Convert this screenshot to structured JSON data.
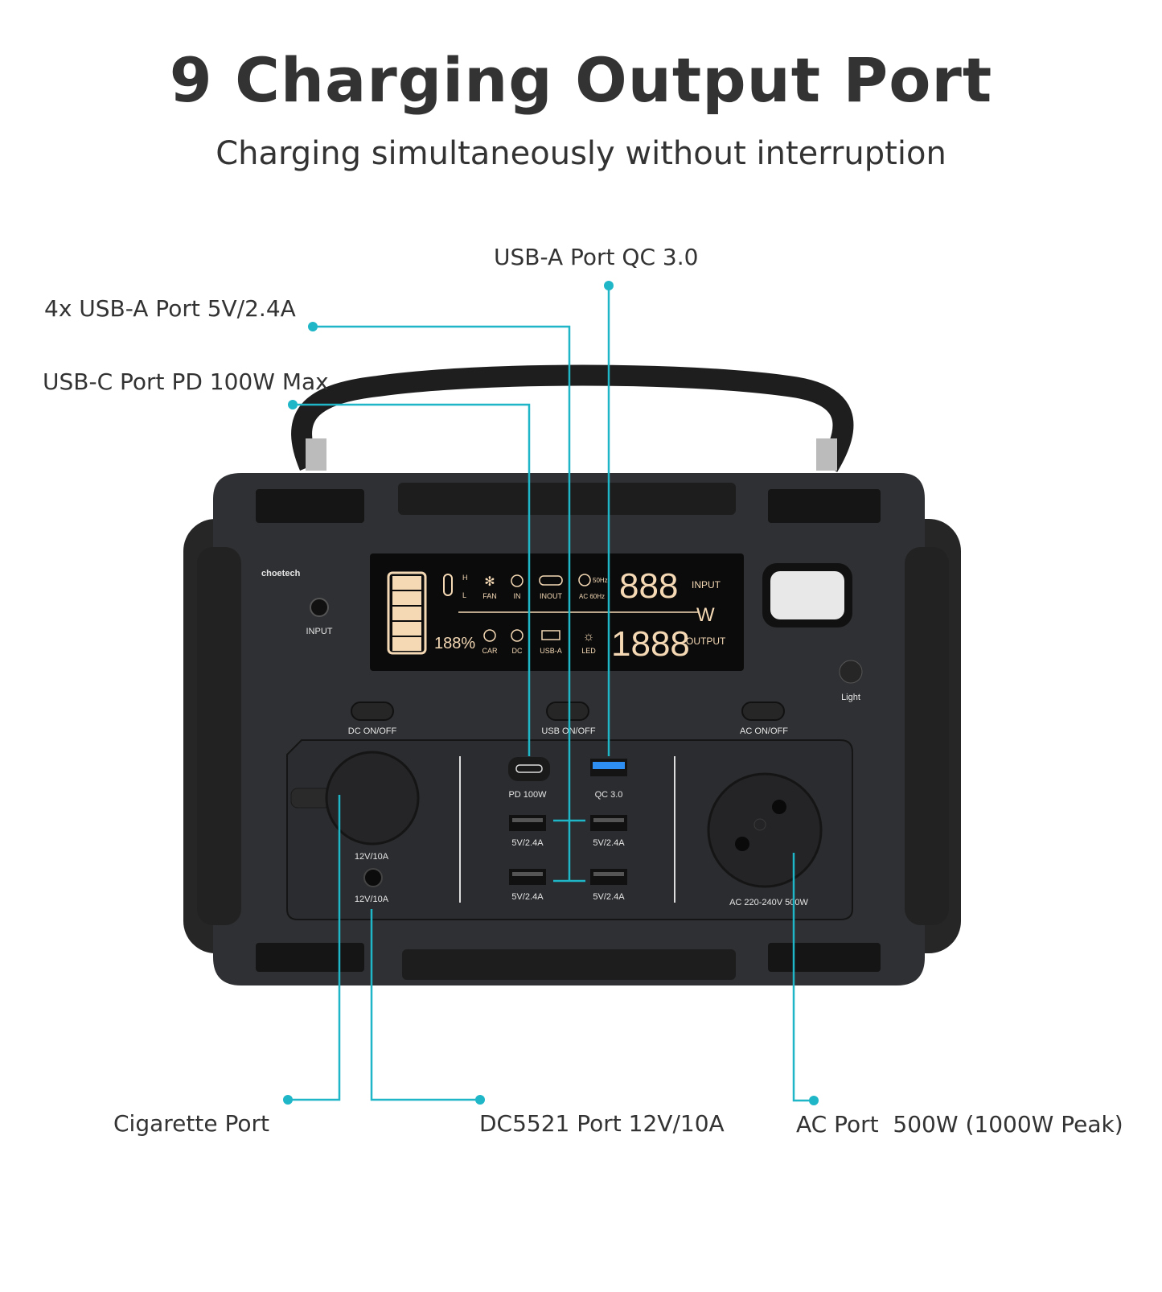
{
  "header": {
    "title": "9 Charging Output Port",
    "subtitle": "Charging simultaneously without interruption"
  },
  "callouts": {
    "usb_a_qc": "USB-A Port QC 3.0",
    "usb_a_4x": "4x USB-A Port 5V/2.4A",
    "usb_c": "USB-C Port PD 100W Max",
    "cigarette": "Cigarette Port",
    "dc5521": "DC5521 Port 12V/10A",
    "ac": "AC Port  500W (1000W Peak)"
  },
  "accent_color": "#1fb6c8",
  "device": {
    "brand": "choetech",
    "input_label": "INPUT",
    "light_label": "Light",
    "buttons": {
      "dc": "DC ON/OFF",
      "usb": "USB ON/OFF",
      "ac": "AC ON/OFF"
    },
    "ports": {
      "pd": "PD 100W",
      "qc": "QC 3.0",
      "usb_a": [
        "5V/2.4A",
        "5V/2.4A",
        "5V/2.4A",
        "5V/2.4A"
      ],
      "cig": "12V/10A",
      "dc": "12V/10A",
      "ac": "AC 220-240V 500W"
    },
    "lcd": {
      "temp_h": "H",
      "temp_l": "L",
      "fan": "FAN",
      "in": "IN",
      "inout": "INOUT",
      "hz50": "50Hz",
      "ac60": "AC 60Hz",
      "input_digits": "888",
      "input": "INPUT",
      "unit": "W",
      "percent": "188%",
      "car": "CAR",
      "dc": "DC",
      "usba": "USB-A",
      "led": "LED",
      "output_digits": "1888",
      "output": "OUTPUT"
    }
  }
}
